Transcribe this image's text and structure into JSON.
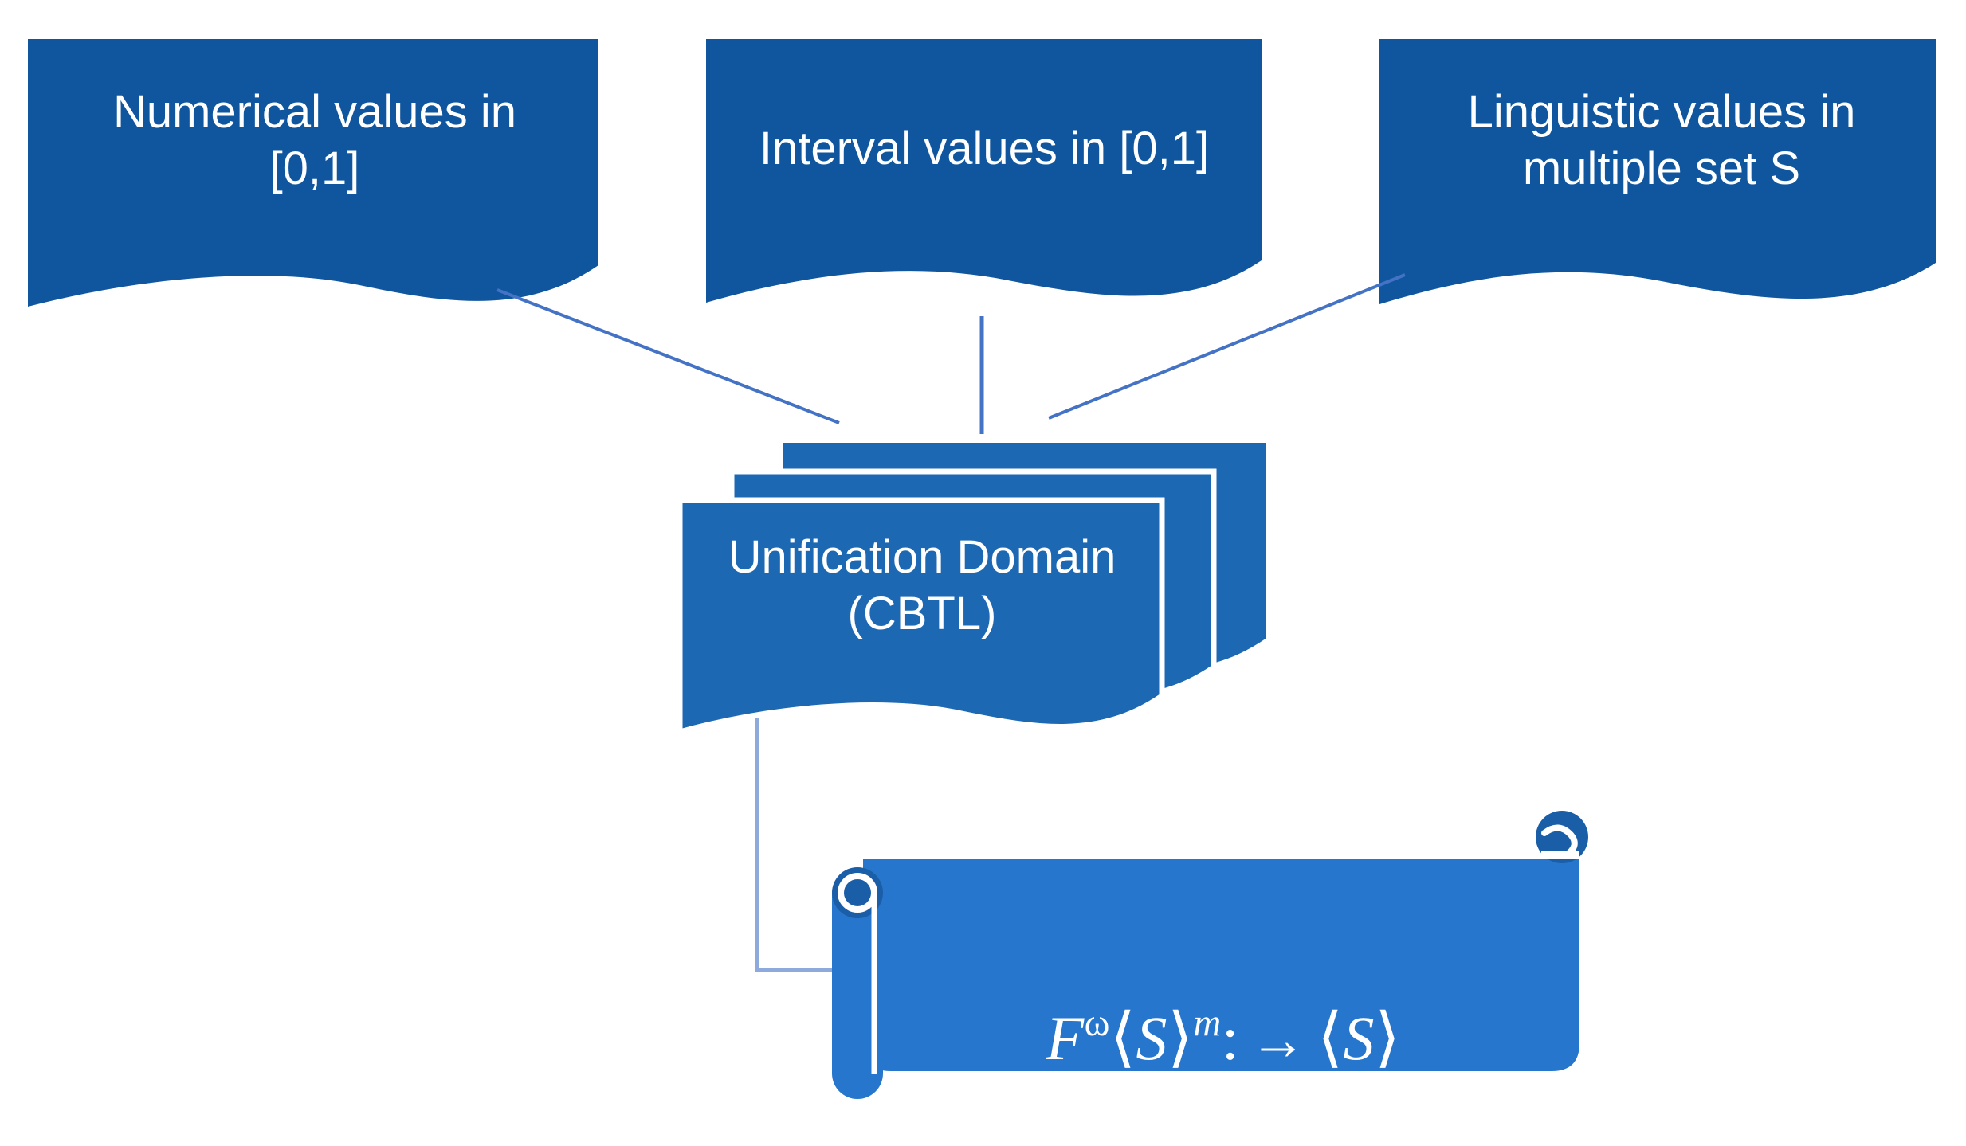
{
  "diagram": {
    "title": "Unification Domain (CBTL) flow diagram",
    "colors": {
      "box_blue": "#0F569F",
      "scroll_blue": "#2576CC",
      "scroll_curl_dark": "#1B5EA8",
      "connector_blue": "#4472C4",
      "text_white": "#FFFFFF",
      "background": "#FFFFFF"
    },
    "sources": [
      {
        "id": "numerical",
        "label": "Numerical values in\n[0,1]",
        "shape": "document"
      },
      {
        "id": "interval",
        "label": "Interval values in [0,1]",
        "shape": "document"
      },
      {
        "id": "linguistic",
        "label": "Linguistic values in\nmultiple set S",
        "shape": "document"
      }
    ],
    "unification": {
      "id": "cbtl",
      "label": "Unification Domain\n(CBTL)",
      "shape": "multidocument-stack",
      "layers": 3
    },
    "formula": {
      "id": "mapping",
      "shape": "horizontal-scroll",
      "parts": {
        "base": "F",
        "base_superscript": "ω",
        "angle_open": "⟨",
        "set_symbol": "S",
        "angle_close": "⟩",
        "multiplicity_superscript": "m",
        "colon": ":",
        "arrow": "→",
        "result_open": "⟨",
        "result_symbol": "S",
        "result_close": "⟩"
      },
      "plain_text": "Fω⟨S⟩m: → ⟨S⟩"
    },
    "connectors": [
      {
        "id": "numerical-to-cbtl",
        "from": "numerical",
        "to": "cbtl",
        "style": "straight"
      },
      {
        "id": "interval-to-cbtl",
        "from": "interval",
        "to": "cbtl",
        "style": "straight-vertical"
      },
      {
        "id": "linguistic-to-cbtl",
        "from": "linguistic",
        "to": "cbtl",
        "style": "straight"
      },
      {
        "id": "cbtl-to-mapping",
        "from": "cbtl",
        "to": "mapping",
        "style": "elbow"
      }
    ]
  }
}
